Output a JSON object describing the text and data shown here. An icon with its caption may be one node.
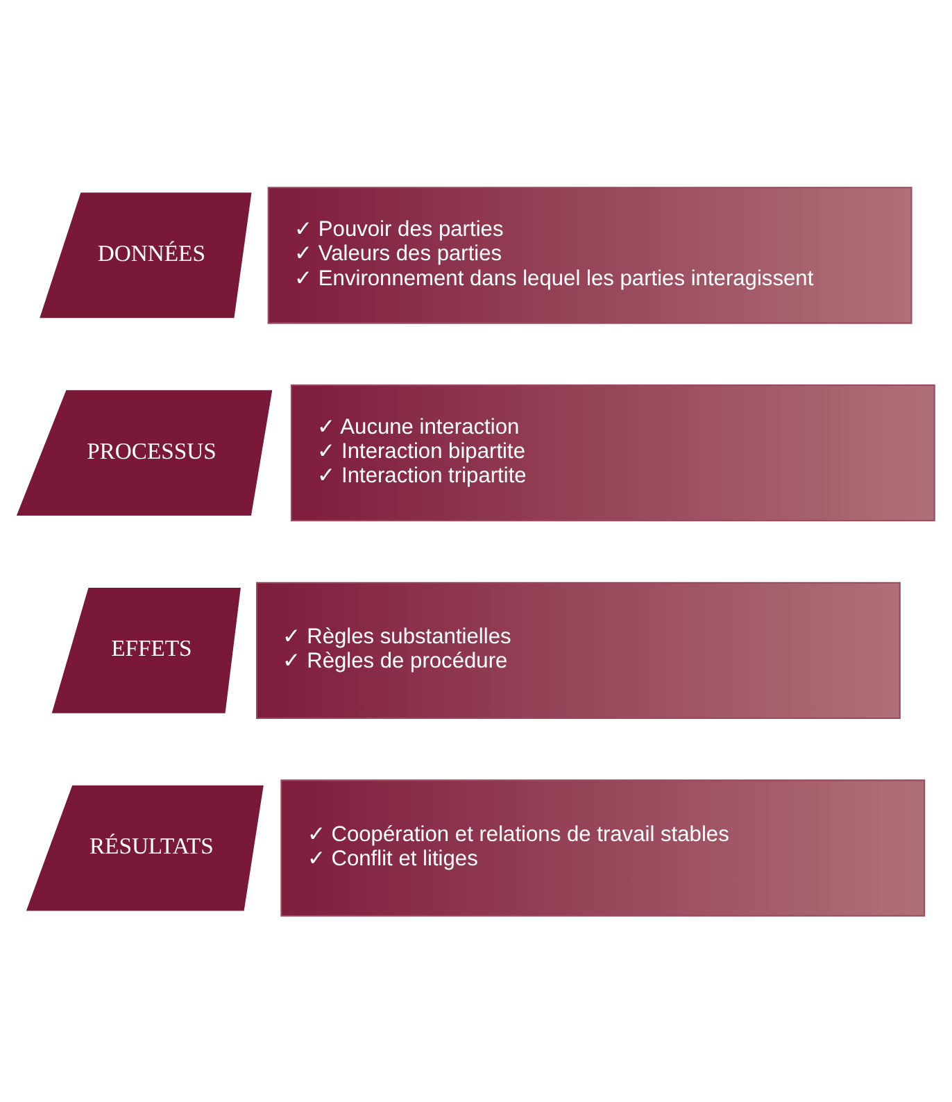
{
  "diagram": {
    "nodes": [
      {
        "text": [
          "DONNÉES"
        ]
      },
      {
        "text": [
          "✓ Pouvoir des parties",
          "✓ Valeurs des parties",
          "✓ Environnement dans lequel les parties interagissent"
        ]
      },
      {
        "text": [
          "PROCESSUS"
        ]
      },
      {
        "text": [
          "✓ Aucune interaction",
          "✓ Interaction bipartite",
          "✓ Interaction tripartite"
        ]
      },
      {
        "text": [
          "EFFETS"
        ]
      },
      {
        "text": [
          "✓ Règles substantielles",
          "✓ Règles de procédure"
        ]
      },
      {
        "text": [
          "RÉSULTATS"
        ]
      },
      {
        "text": [
          "✓ Coopération et relations de travail stables",
          "✓ Conflit et litiges"
        ]
      }
    ]
  }
}
